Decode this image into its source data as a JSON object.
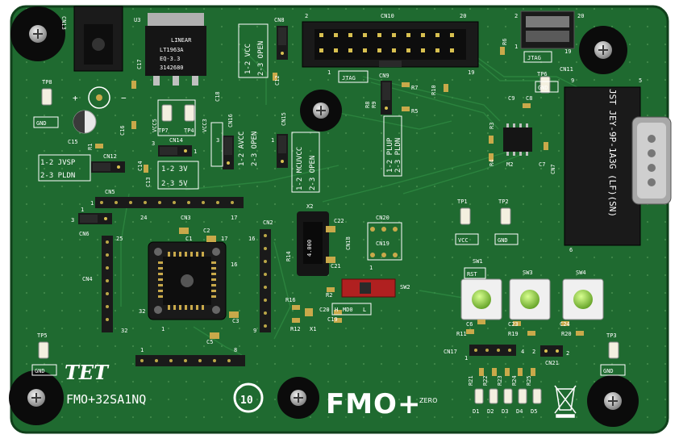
{
  "board": {
    "model": "FMO+32SA1NQ",
    "maker": "TET",
    "brand": "FMO+",
    "brand_sub": "ZERO",
    "ten_mark": "10",
    "regulator": {
      "line1": "LINEAR",
      "line2": "LT1963A",
      "line3": "EQ-3.3",
      "line4": "3142680"
    },
    "crystal": "4.000",
    "connector_text": "JST JEY-9P-1A3G (LF)(SN)"
  },
  "designators": {
    "cn13": "CN13",
    "u3": "U3",
    "cn8": "CN8",
    "cn10": "CN10",
    "cn11": "CN11",
    "c17": "C17",
    "c18": "C18",
    "c12": "C12",
    "c16": "C16",
    "c15": "C15",
    "r1": "R1",
    "cn12": "CN12",
    "c14": "C14",
    "c13": "C13",
    "cn14": "CN14",
    "cn16": "CN16",
    "cn15": "CN15",
    "cn9": "CN9",
    "r7": "R7",
    "r5": "R5",
    "r8": "R8",
    "r9": "R9",
    "r10": "R10",
    "r6": "R6",
    "r3": "R3",
    "r4": "R4",
    "m2": "M2",
    "c7": "C7",
    "c8": "C8",
    "c9": "C9",
    "cn7": "CN7",
    "tp8": "TP8",
    "tp7": "TP7",
    "tp4": "TP4",
    "tp6": "TP6",
    "tp1": "TP1",
    "tp2": "TP2",
    "tp5": "TP5",
    "tp3": "TP3",
    "cn5": "CN5",
    "cn6": "CN6",
    "cn3": "CN3",
    "cn4": "CN4",
    "cn2": "CN2",
    "x2": "X2",
    "c22": "C22",
    "cn20": "CN20",
    "cn19": "CN19",
    "cn18": "CN18",
    "c21": "C21",
    "r14": "R14",
    "r2": "R2",
    "sw2": "SW2",
    "r16": "R16",
    "r12": "R12",
    "x1": "X1",
    "c20": "C20",
    "c19": "C19",
    "c3": "C3",
    "c5": "C5",
    "c1": "C1",
    "c2": "C2",
    "sw1": "SW1",
    "sw3": "SW3",
    "sw4": "SW4",
    "c6": "C6",
    "r11": "R11",
    "c23": "C23",
    "r19": "R19",
    "c24": "C24",
    "r20": "R20",
    "cn17": "CN17",
    "cn21": "CN21",
    "r21": "R21",
    "r22": "R22",
    "r23": "R23",
    "r24": "R24",
    "r25": "R25",
    "d1": "D1",
    "d2": "D2",
    "d3": "D3",
    "d4": "D4",
    "d5": "D5"
  },
  "labels": {
    "jtag": "JTAG",
    "jtag2": "JTAG",
    "gnd": "GND",
    "vcc": "VCC",
    "vcc5": "VCC5",
    "vcc3": "VCC3",
    "rst": "RST",
    "j12_vcc": "1-2 VCC",
    "j23_open": "2-3 OPEN",
    "j12_avcc": "1-2 AVCC",
    "j23_open_b": "2-3 OPEN",
    "j12_mcuvcc": "1-2 MCUVCC",
    "j23_open_c": "2-3 OPEN",
    "j12_plup": "1-2 PLUP",
    "j23_pldn": "2-3 PLDN",
    "j12_jvsp": "1-2 JVSP",
    "j23_pldn_b": "2-3 PLDN",
    "j12_3v": "1-2 3V",
    "j23_5v": "2-3 5V",
    "sw2_h": "H",
    "sw2_md0": "MD0",
    "sw2_l": "L"
  },
  "pins": {
    "p2": "2",
    "p20": "20",
    "p1": "1",
    "p19": "19",
    "p2b": "2",
    "p20b": "20",
    "p1b": "1",
    "p19b": "19",
    "p9": "9",
    "p5": "5",
    "p6": "6",
    "p3": "3",
    "p1c": "1",
    "p3b": "3",
    "p1d": "1",
    "p1e": "1",
    "p24": "24",
    "p17": "17",
    "p25": "25",
    "p32": "32",
    "p16": "16",
    "p9b": "9",
    "p8": "8",
    "p1f": "1",
    "p1g": "1",
    "p3c": "3",
    "p17b": "17",
    "p16b": "16",
    "p32b": "32",
    "p1h": "1",
    "p2c": "2",
    "p4": "4",
    "p1i": "1",
    "p2d": "2",
    "p1j": "1"
  },
  "colors": {
    "board": "#1f6a30",
    "board_edge": "#10401b",
    "silk": "#ffffff",
    "mount": "#0b0b0b",
    "screw": "#c8c8c8",
    "header": "#1a1a1a",
    "pin": "#d8c050",
    "chip": "#151515",
    "button": "#f0f0f0",
    "button_cap": "#8ad13a",
    "switch": "#b02020",
    "led": "#f4f0e0",
    "gold": "#c9a94a"
  }
}
